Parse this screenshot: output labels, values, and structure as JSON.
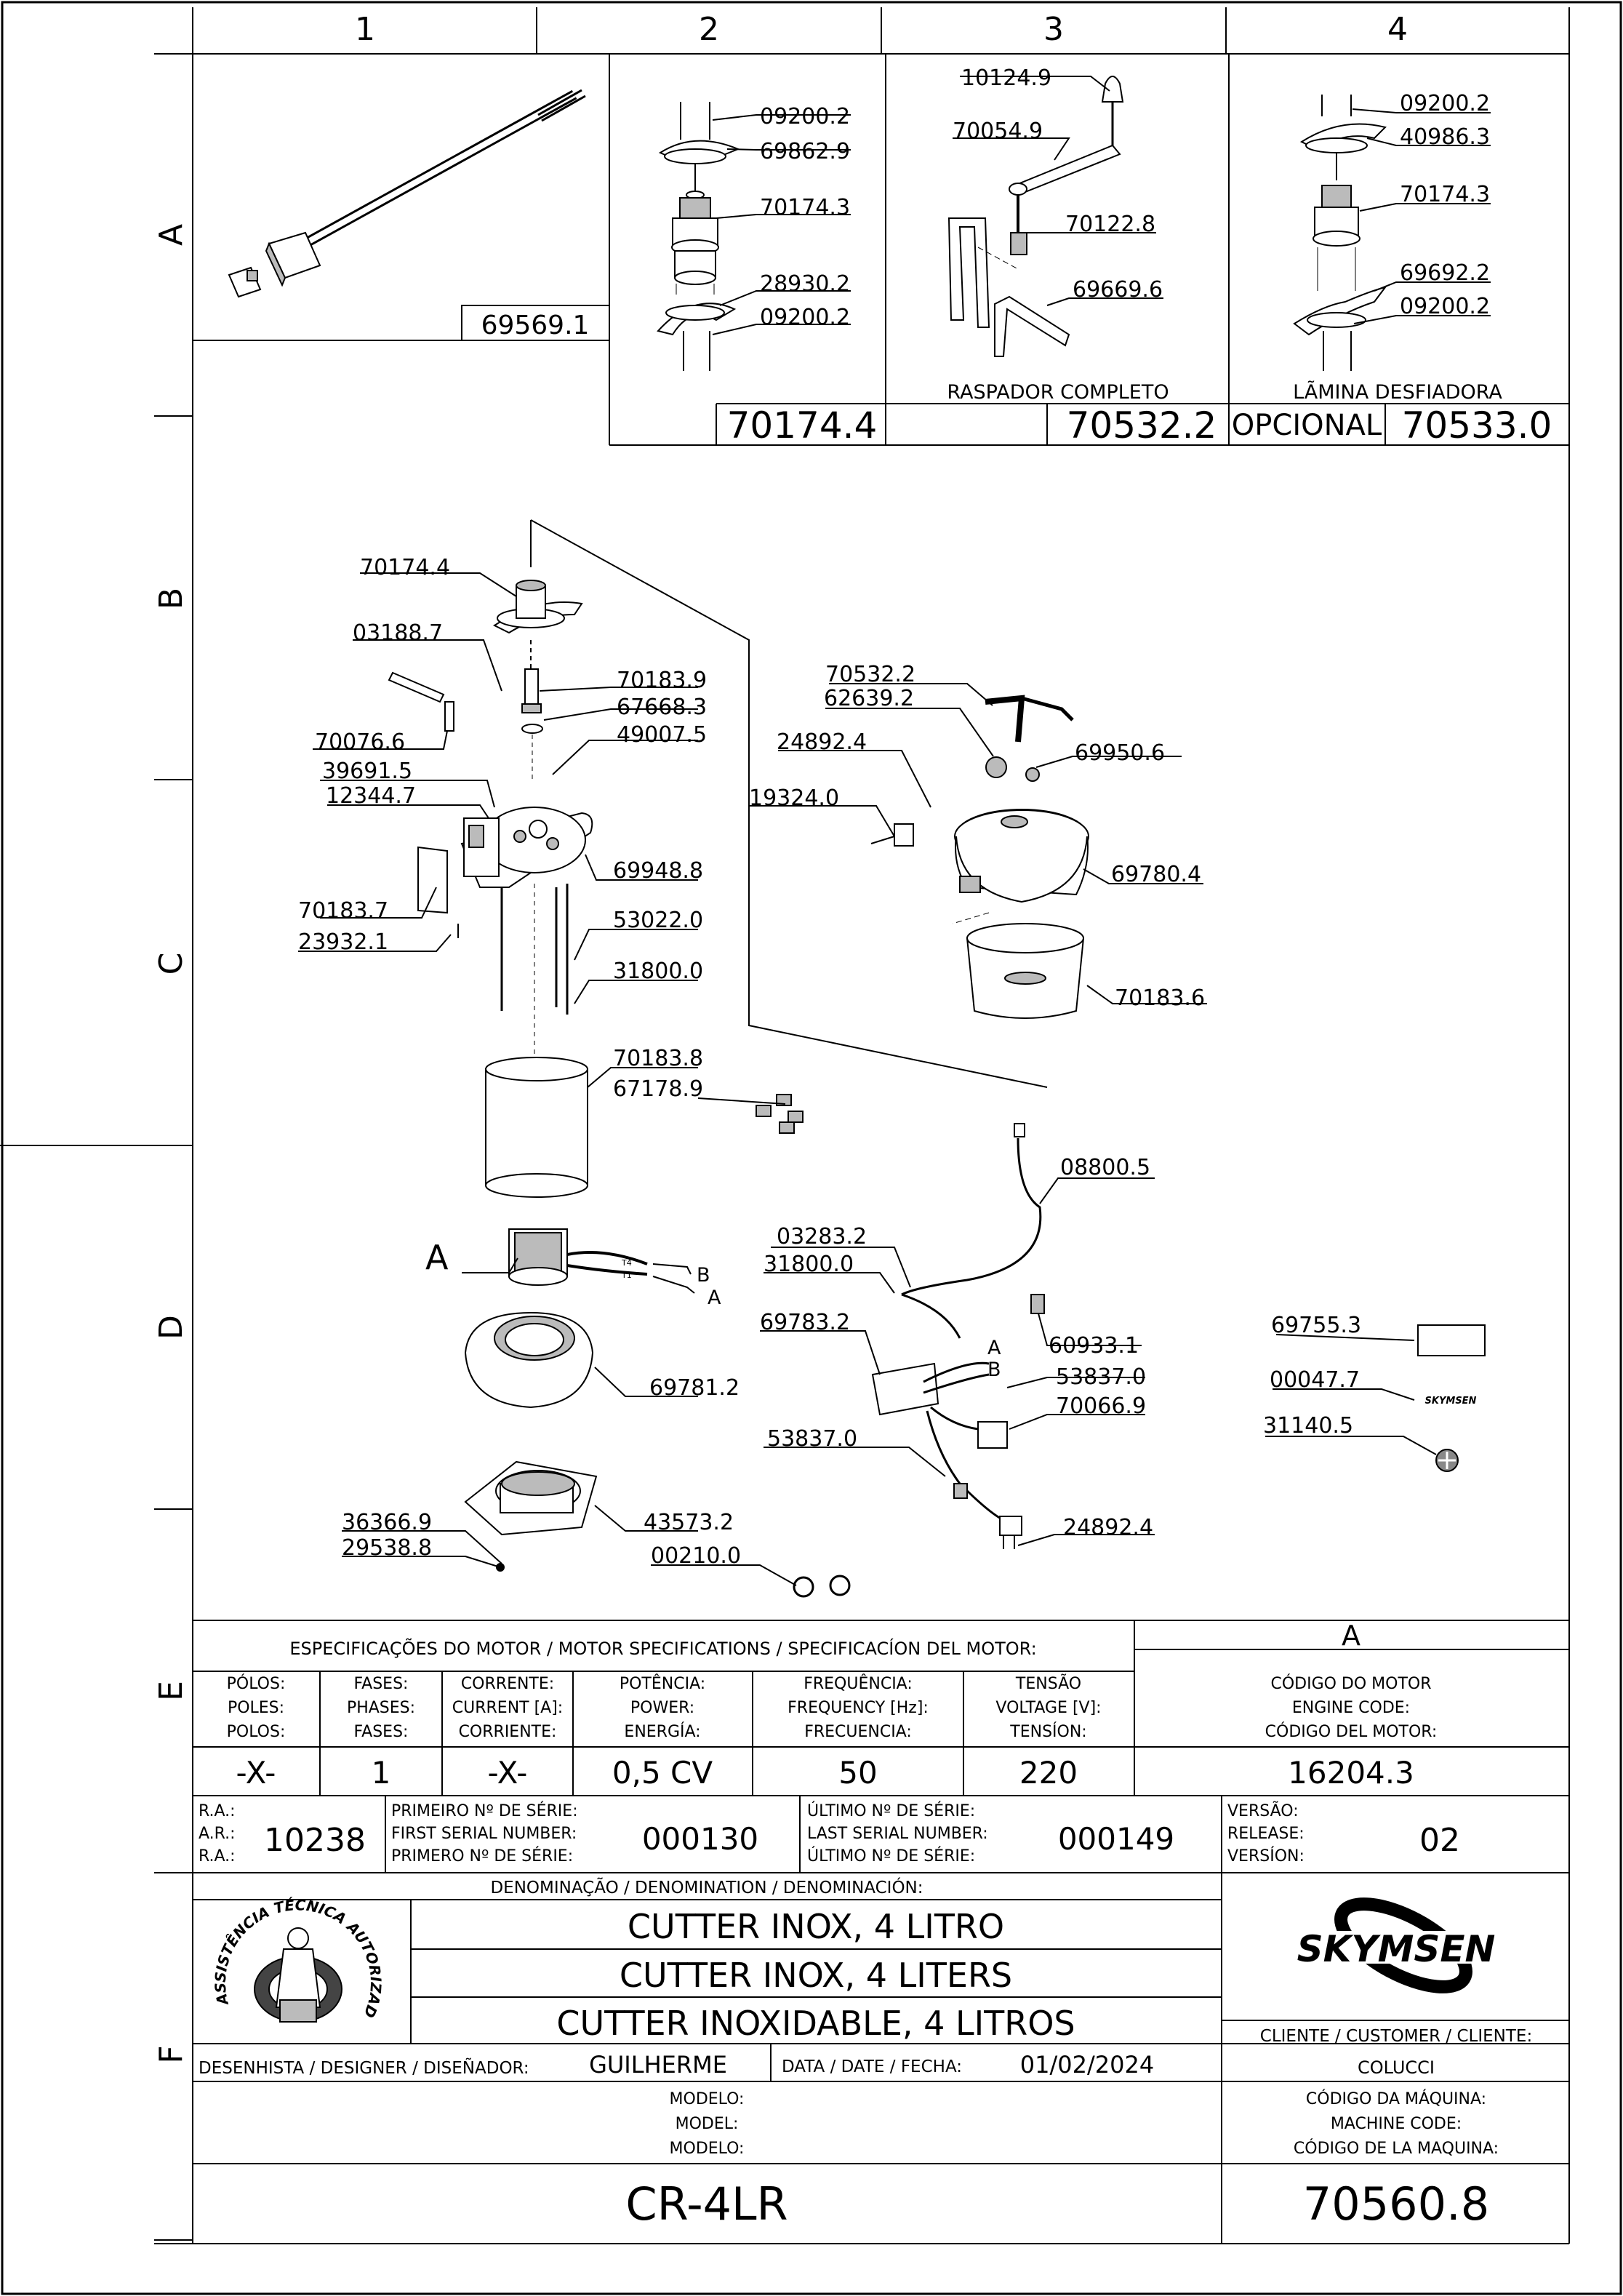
{
  "grid": {
    "columns": [
      "1",
      "2",
      "3",
      "4"
    ],
    "rows": [
      "A",
      "B",
      "C",
      "D",
      "E",
      "F"
    ]
  },
  "detail_blocks": {
    "col1_code": "69569.1",
    "col2_code": "70174.4",
    "col3_caption": "RASPADOR  COMPLETO",
    "col3_code": "70532.2",
    "col4_caption": "LÃMINA   DESFIADORA",
    "col4_optional": "OPCIONAL",
    "col4_code": "70533.0",
    "col2_labels": [
      "09200.2",
      "69862.9",
      "70174.3",
      "28930.2",
      "09200.2"
    ],
    "col3_labels": [
      "10124.9",
      "70054.9",
      "70122.8",
      "69669.6"
    ],
    "col4_labels": [
      "09200.2",
      "40986.3",
      "70174.3",
      "69692.2",
      "09200.2"
    ]
  },
  "exploded_view": {
    "left_labels": [
      "70174.4",
      "03188.7",
      "70076.6",
      "39691.5",
      "12344.7",
      "70183.7",
      "23932.1",
      "36366.9",
      "29538.8"
    ],
    "right_of_stack_labels": [
      "70183.9",
      "67668.3",
      "49007.5",
      "69948.8",
      "53022.0",
      "31800.0",
      "70183.8",
      "67178.9",
      "69781.2",
      "43573.2",
      "00210.0"
    ],
    "bowl_labels": [
      "70532.2",
      "62639.2",
      "24892.4",
      "19324.0",
      "69950.6",
      "69780.4",
      "70183.6"
    ],
    "harness_labels": [
      "08800.5",
      "03283.2",
      "31800.0",
      "69783.2",
      "60933.1",
      "53837.0",
      "70066.9",
      "53837.0",
      "24892.4"
    ],
    "loose_labels": [
      "69755.3",
      "00047.7",
      "31140.5"
    ],
    "motor_callout": "A",
    "wire_tags": [
      "B",
      "A"
    ],
    "board_tags": [
      "A",
      "B"
    ],
    "wire_marks": [
      "T4",
      "T1"
    ],
    "sticker_brand": "SKYMSEN"
  },
  "motor_spec": {
    "header": "ESPECIFICAÇÕES DO MOTOR / MOTOR SPECIFICATIONS / SPECIFICACÍON DEL MOTOR:",
    "motor_letter": "A",
    "columns": [
      {
        "label": [
          "PÓLOS:",
          "POLES:",
          "POLOS:"
        ],
        "value": "-X-"
      },
      {
        "label": [
          "FASES:",
          "PHASES:",
          "FASES:"
        ],
        "value": "1"
      },
      {
        "label": [
          "CORRENTE:",
          "CURRENT [A]:",
          "CORRIENTE:"
        ],
        "value": "-X-"
      },
      {
        "label": [
          "POTÊNCIA:",
          "POWER:",
          "ENERGÍA:"
        ],
        "value": "0,5 CV"
      },
      {
        "label": [
          "FREQUÊNCIA:",
          "FREQUENCY [Hz]:",
          "FRECUENCIA:"
        ],
        "value": "50"
      },
      {
        "label": [
          "TENSÃO",
          "VOLTAGE [V]:",
          "TENSÍON:"
        ],
        "value": "220"
      }
    ],
    "engine_code_label": [
      "CÓDIGO DO MOTOR",
      "ENGINE CODE:",
      "CÓDIGO DEL MOTOR:"
    ],
    "engine_code": "16204.3"
  },
  "release": {
    "ra_label": [
      "R.A.:",
      "A.R.:",
      "R.A.:"
    ],
    "ra_value": "10238",
    "first_label": [
      "PRIMEIRO Nº DE SÉRIE:",
      "FIRST SERIAL NUMBER:",
      "PRIMERO Nº DE SÉRIE:"
    ],
    "first_value": "000130",
    "last_label": [
      "ÚLTIMO Nº DE SÉRIE:",
      "LAST SERIAL NUMBER:",
      "ÚLTIMO Nº DE SÉRIE:"
    ],
    "last_value": "000149",
    "version_label": [
      "VERSÃO:",
      "RELEASE:",
      "VERSÍON:"
    ],
    "version_value": "02"
  },
  "title_block": {
    "denomination_label": "DENOMINAÇÃO / DENOMINATION / DENOMINACIÓN:",
    "denominations": [
      "CUTTER INOX, 4 LITRO",
      "CUTTER INOX, 4 LITERS",
      "CUTTER INOXIDABLE, 4 LITROS"
    ],
    "seal_text": "ASSISTÊNCIA TÉCNICA AUTORIZADA",
    "brand": "SKYMSEN",
    "customer_label": "CLIENTE / CUSTOMER / CLIENTE:",
    "customer": "COLUCCI",
    "designer_label": "DESENHISTA / DESIGNER / DISEÑADOR:",
    "designer": "GUILHERME",
    "date_label": "DATA / DATE / FECHA:",
    "date": "01/02/2024",
    "model_label": [
      "MODELO:",
      "MODEL:",
      "MODELO:"
    ],
    "model": "CR-4LR",
    "machine_code_label": [
      "CÓDIGO DA MÁQUINA:",
      "MACHINE CODE:",
      "CÓDIGO DE LA MAQUINA:"
    ],
    "machine_code": "70560.8"
  }
}
